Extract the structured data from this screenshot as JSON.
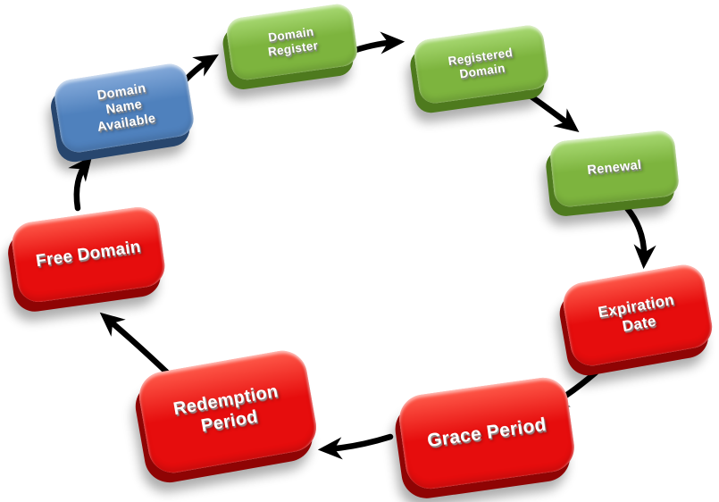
{
  "diagram": {
    "type": "cycle-flowchart",
    "background": "#ffffff",
    "arrow_color": "#000000",
    "text_color": "#ffffff",
    "palette": {
      "green": {
        "base": "#7db43e",
        "light": "#a9da74",
        "dark": "#4e7a1e"
      },
      "blue": {
        "base": "#4f81bd",
        "light": "#86abdb",
        "dark": "#27466e"
      },
      "red": {
        "base": "#e60d0d",
        "light": "#ff5a4a",
        "dark": "#8f0404"
      }
    },
    "nodes": [
      {
        "id": "domain-name-available",
        "label": "Domain\nName\nAvailable",
        "color": "blue"
      },
      {
        "id": "domain-register",
        "label": "Domain\nRegister",
        "color": "green"
      },
      {
        "id": "registered-domain",
        "label": "Registered\nDomain",
        "color": "green"
      },
      {
        "id": "renewal",
        "label": "Renewal",
        "color": "green"
      },
      {
        "id": "expiration-date",
        "label": "Expiration\nDate",
        "color": "red"
      },
      {
        "id": "grace-period",
        "label": "Grace Period",
        "color": "red"
      },
      {
        "id": "redemption-period",
        "label": "Redemption\nPeriod",
        "color": "red"
      },
      {
        "id": "free-domain",
        "label": "Free Domain",
        "color": "red"
      }
    ],
    "edges": [
      {
        "from": "domain-name-available",
        "to": "domain-register"
      },
      {
        "from": "domain-register",
        "to": "registered-domain"
      },
      {
        "from": "registered-domain",
        "to": "renewal"
      },
      {
        "from": "renewal",
        "to": "expiration-date"
      },
      {
        "from": "expiration-date",
        "to": "grace-period"
      },
      {
        "from": "grace-period",
        "to": "redemption-period"
      },
      {
        "from": "redemption-period",
        "to": "free-domain"
      },
      {
        "from": "free-domain",
        "to": "domain-name-available"
      }
    ]
  }
}
